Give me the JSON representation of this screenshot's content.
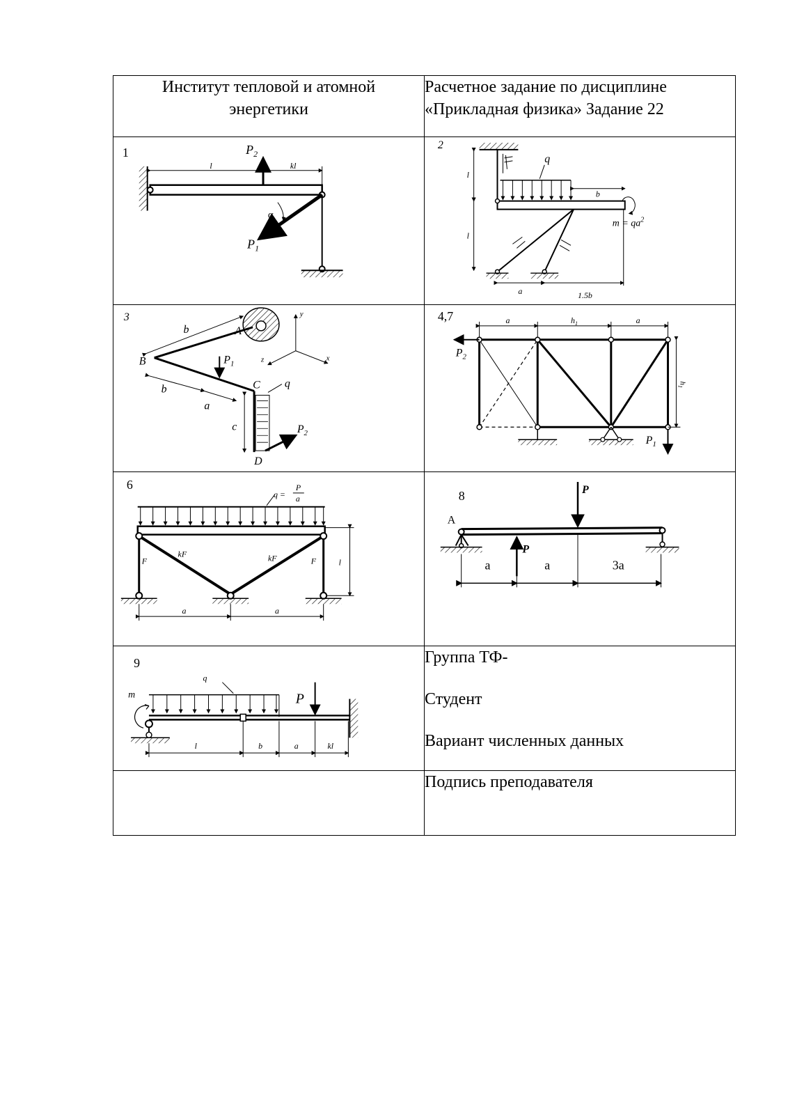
{
  "header": {
    "institute_line1": "Институт тепловой и атомной",
    "institute_line2": "энергетики",
    "task_line1": "Расчетное задание по дисциплине",
    "task_line2": "«Прикладная физика»  Задание  22"
  },
  "figures": {
    "f1": {
      "num": "1",
      "l": "l",
      "kl": "kl",
      "p2": "P",
      "p2sub": "2",
      "p1": "P",
      "p1sub": "1",
      "alpha": "α"
    },
    "f2": {
      "num": "2",
      "q": "q",
      "b": "b",
      "l1": "l",
      "l2": "l",
      "m": "m = qa",
      "mexp": "2",
      "a": "a",
      "b15": "1.5b"
    },
    "f3": {
      "num": "3",
      "b1": "b",
      "b2": "b",
      "a": "a",
      "c": "c",
      "A": "A",
      "B": "B",
      "C": "C",
      "D": "D",
      "q": "q",
      "p1": "P",
      "p1sub": "1",
      "p2": "P",
      "p2sub": "2",
      "x": "x",
      "y": "y",
      "z": "z"
    },
    "f47": {
      "num": "4,7",
      "a1": "a",
      "h1": "h",
      "h1sub": "1",
      "a2": "a",
      "h": "h",
      "hsub": "1",
      "p2": "P",
      "p2sub": "2",
      "p1": "P",
      "p1sub": "1"
    },
    "f6": {
      "num": "6",
      "q": "q =",
      "qnum": "P",
      "qden": "a",
      "kf1": "kF",
      "kf2": "kF",
      "f1": "F",
      "f2": "F",
      "l": "l",
      "a1": "a",
      "a2": "a"
    },
    "f8": {
      "num": "8",
      "A": "A",
      "P1": "P",
      "P2": "P",
      "a1": "a",
      "a2": "a",
      "a3": "3a"
    },
    "f9": {
      "num": "9",
      "q": "q",
      "m": "m",
      "P": "P",
      "l": "l",
      "b": "b",
      "a": "a",
      "kl": "kl"
    }
  },
  "info": {
    "group": "Группа  ТФ-",
    "student": "Студент",
    "variant": "Вариант численных данных",
    "signature": "Подпись преподавателя"
  }
}
